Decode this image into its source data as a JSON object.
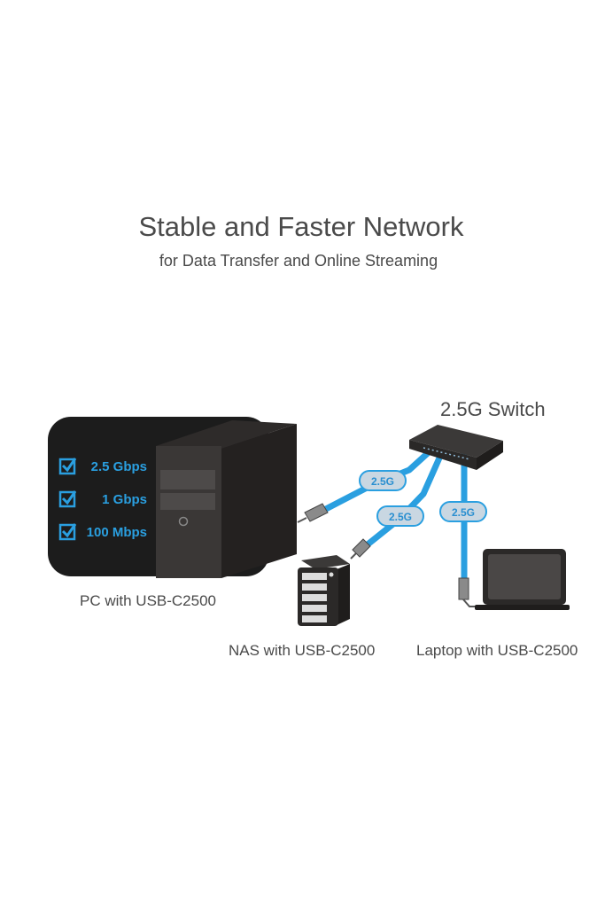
{
  "header": {
    "title": "Stable and Faster Network",
    "subtitle": "for Data Transfer and Online Streaming"
  },
  "speeds": [
    "2.5 Gbps",
    "1 Gbps",
    "100 Mbps"
  ],
  "switch_label": "2.5G Switch",
  "link_labels": [
    "2.5G",
    "2.5G",
    "2.5G"
  ],
  "devices": {
    "pc": "PC with USB-C2500",
    "nas": "NAS with USB-C2500",
    "laptop": "Laptop with USB-C2500"
  },
  "colors": {
    "cable": "#2a9fe0",
    "dark": "#1c1c1c",
    "text": "#4a4a4a"
  }
}
